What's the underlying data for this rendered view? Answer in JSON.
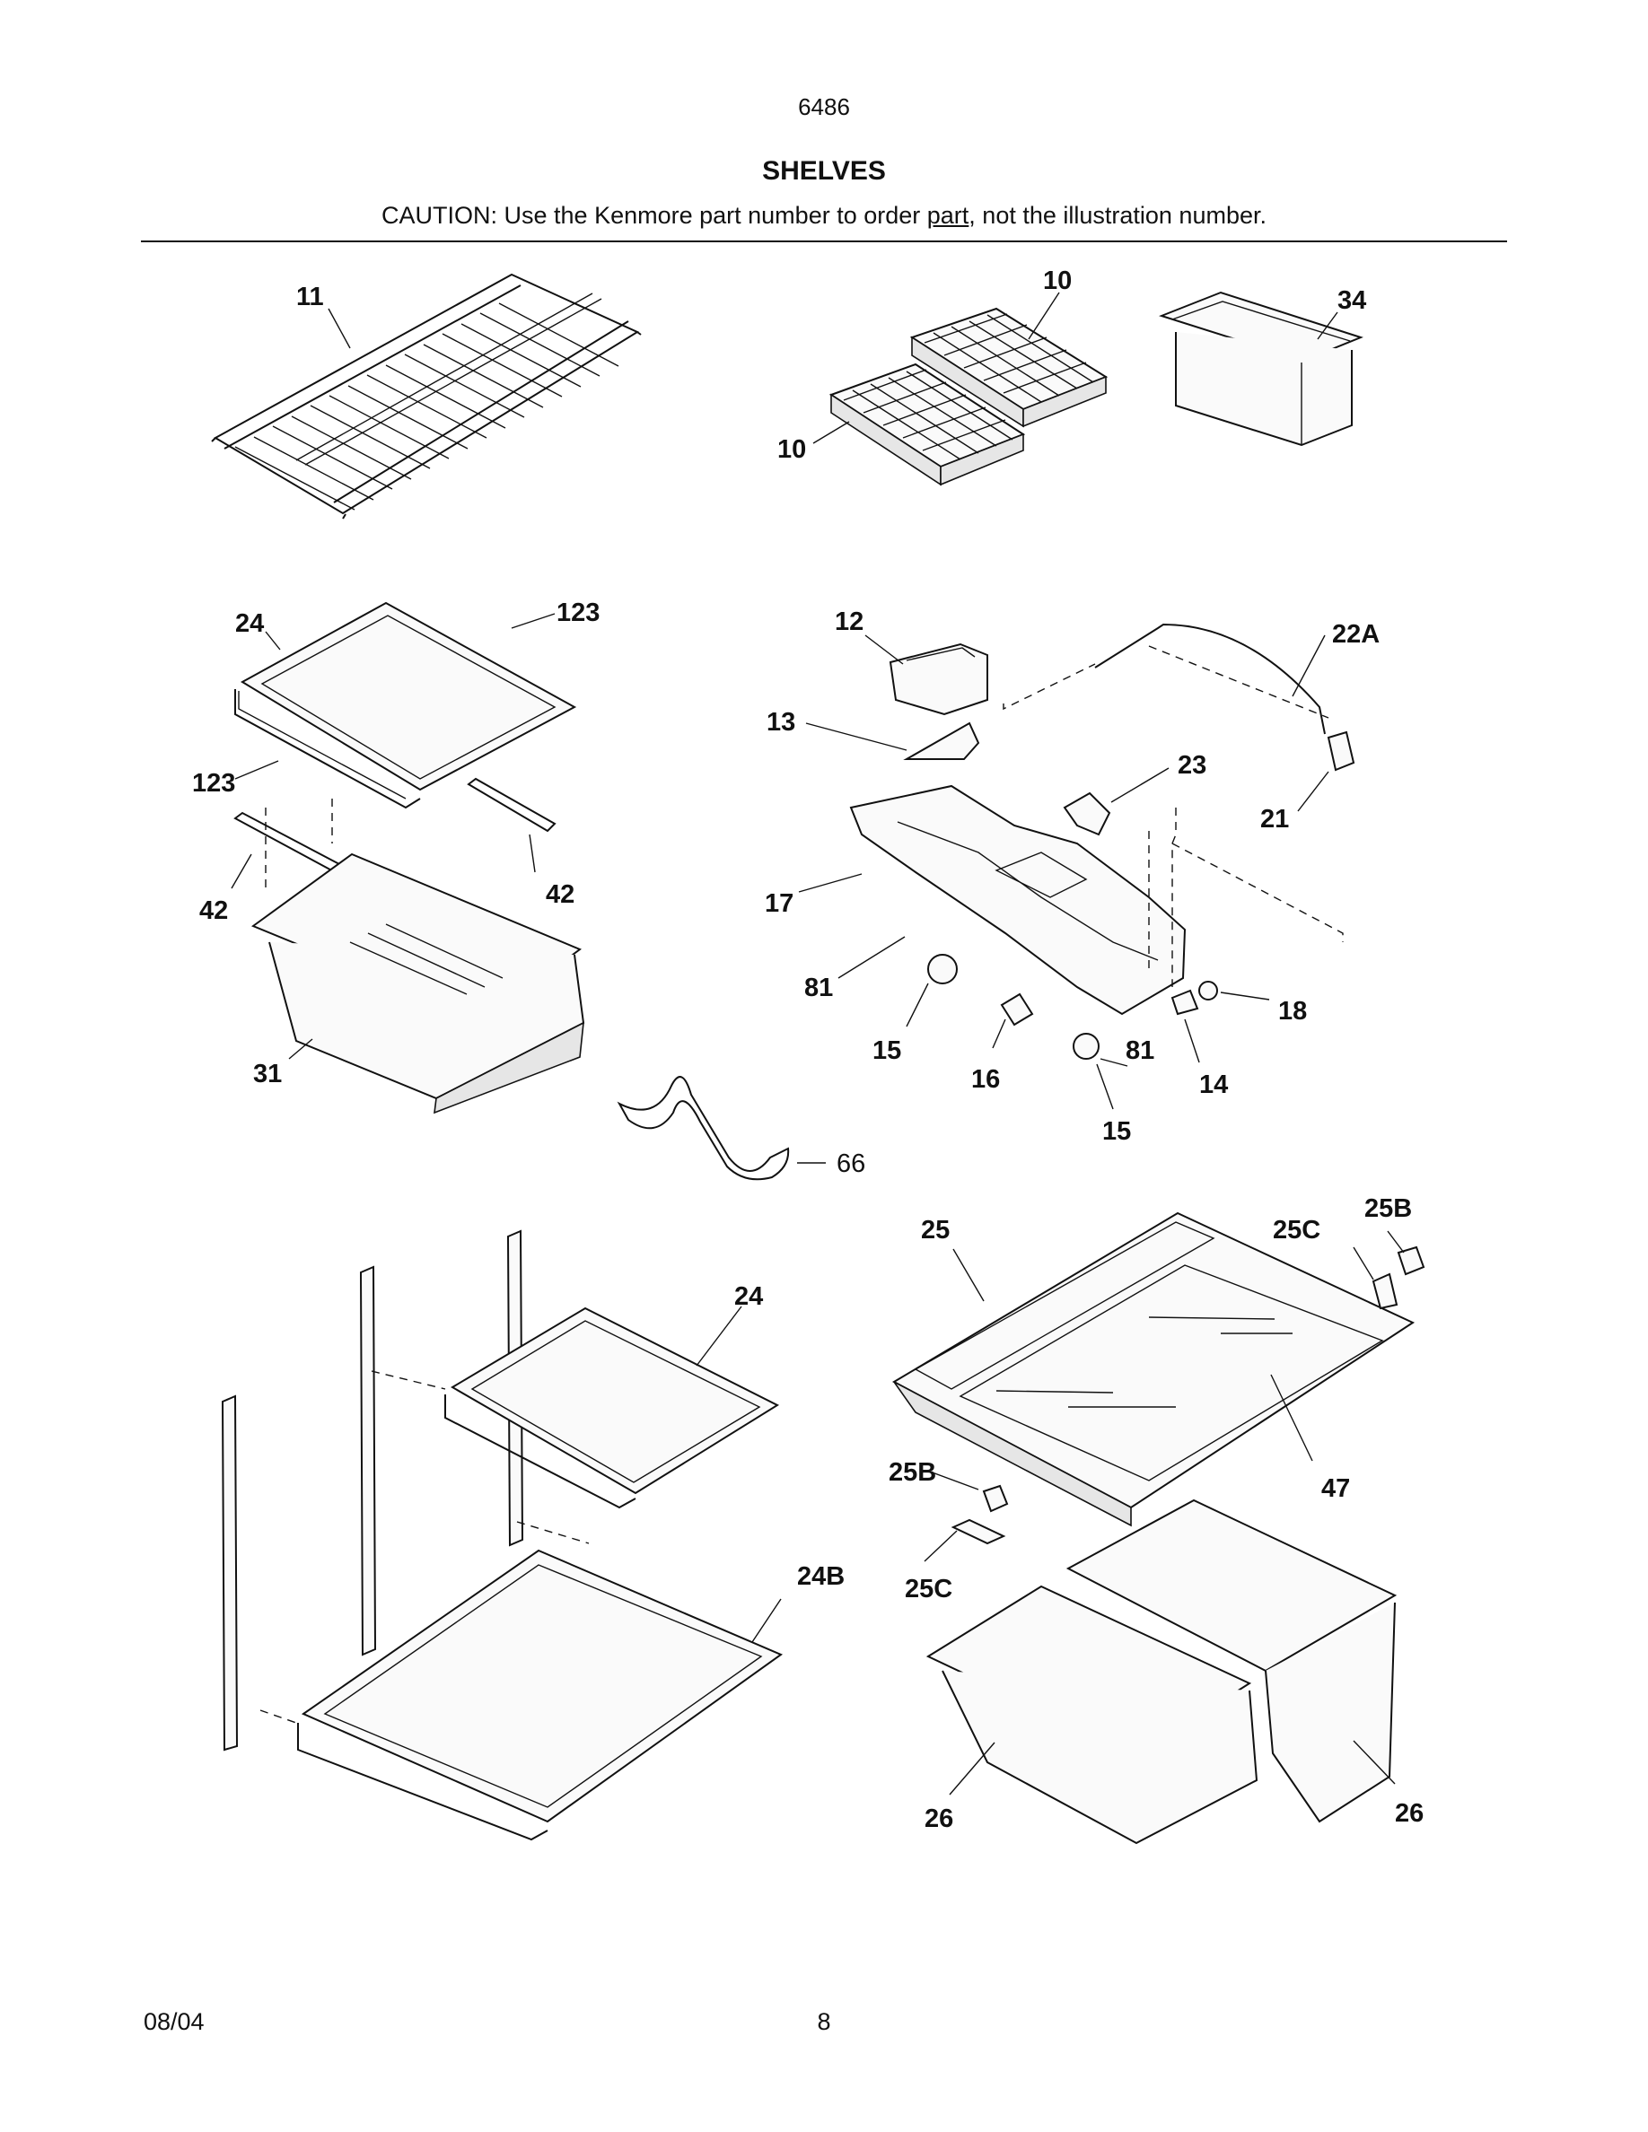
{
  "header": {
    "model_number": "6486",
    "title": "SHELVES",
    "caution_before": "CAUTION: Use the Kenmore part number to order ",
    "caution_underlined": "part",
    "caution_after": ", not the illustration number."
  },
  "callouts": {
    "c11": "11",
    "c10a": "10",
    "c10b": "10",
    "c34": "34",
    "c24a": "24",
    "c123a": "123",
    "c123b": "123",
    "c42a": "42",
    "c42b": "42",
    "c31": "31",
    "c12": "12",
    "c22A": "22A",
    "c13": "13",
    "c23": "23",
    "c21": "21",
    "c17": "17",
    "c81a": "81",
    "c81b": "81",
    "c18": "18",
    "c15a": "15",
    "c15b": "15",
    "c16": "16",
    "c14": "14",
    "c66": "66",
    "c24b": "24",
    "c24B": "24B",
    "c25": "25",
    "c25C_top": "25C",
    "c25B_top": "25B",
    "c47": "47",
    "c25B_bot": "25B",
    "c25C_bot": "25C",
    "c26a": "26",
    "c26b": "26"
  },
  "footer": {
    "date": "08/04",
    "page": "8"
  }
}
